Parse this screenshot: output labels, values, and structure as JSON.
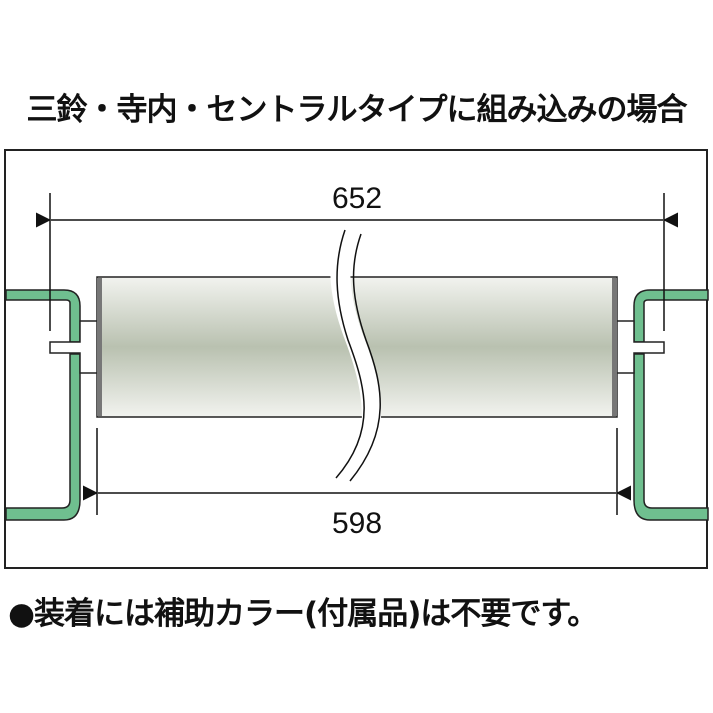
{
  "title": "三鈴・寺内・セントラルタイプに組み込みの場合",
  "dimensions": {
    "overall_length": "652",
    "roller_length": "598"
  },
  "footer_note": "●装着には補助カラー(付属品)は不要です。",
  "colors": {
    "frame_green": "#6fbf8f",
    "roller_light": "#eef0ea",
    "roller_mid": "#b7bfae",
    "outline": "#222222"
  }
}
